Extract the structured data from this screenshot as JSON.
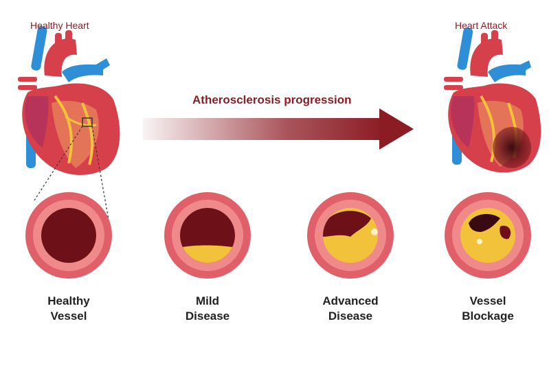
{
  "titles": {
    "healthy_heart": "Healthy Heart",
    "heart_attack": "Heart Attack",
    "progression": "Atherosclerosis progression"
  },
  "stages": [
    {
      "line1": "Healthy",
      "line2": "Vessel"
    },
    {
      "line1": "Mild",
      "line2": "Disease"
    },
    {
      "line1": "Advanced",
      "line2": "Disease"
    },
    {
      "line1": "Vessel",
      "line2": "Blockage"
    }
  ],
  "colors": {
    "title_red": "#8c1c24",
    "vessel_wall": "#e0606a",
    "vessel_lumen": "#6e1018",
    "plaque": "#f2c23a",
    "arrow": "#8c1c24",
    "vein_blue": "#2e8fd6",
    "heart_red": "#d6404a"
  }
}
